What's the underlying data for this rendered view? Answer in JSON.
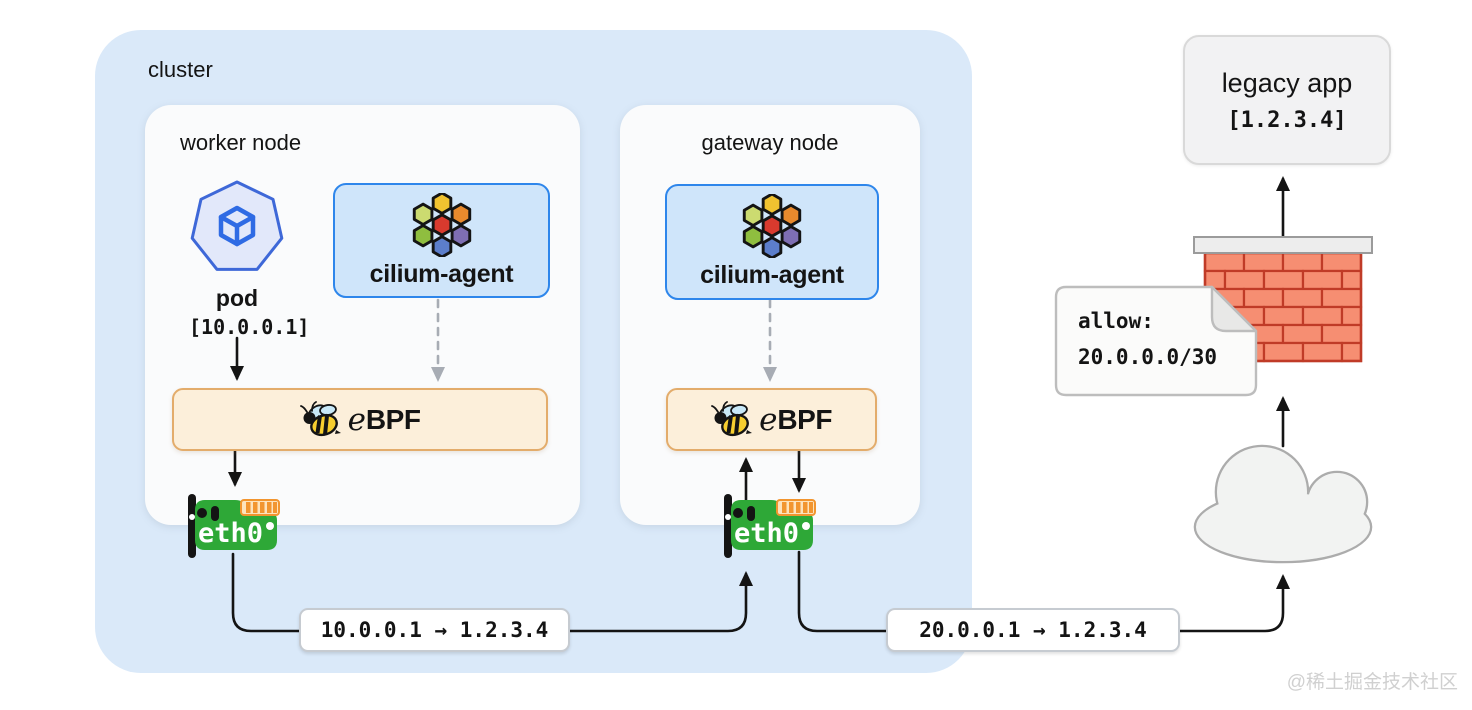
{
  "cluster": {
    "label": "cluster"
  },
  "worker": {
    "label": "worker node",
    "pod": {
      "label": "pod",
      "ip": "[10.0.0.1]"
    }
  },
  "gateway": {
    "label": "gateway node"
  },
  "components": {
    "cilium_agent": "cilium-agent",
    "ebpf_e": "e",
    "ebpf_bpf": "BPF",
    "eth0": "eth0"
  },
  "flows": {
    "pod_to_gateway": "10.0.0.1 → 1.2.3.4",
    "gateway_to_app": "20.0.0.1 → 1.2.3.4"
  },
  "legacy_app": {
    "title": "legacy app",
    "ip": "[1.2.3.4]"
  },
  "firewall_note": {
    "line1": "allow:",
    "line2": "20.0.0.0/30"
  },
  "watermark": "@稀土掘金技术社区",
  "colors": {
    "cluster_bg": "#DAE9F9",
    "node_bg": "#FAFBFC",
    "cilium_fill": "#CFE5FA",
    "cilium_border": "#2E86EB",
    "ebpf_fill": "#FCEFDA",
    "ebpf_border": "#E3AC6B",
    "eth0_green": "#2EA837",
    "comb_orange": "#F2952F",
    "brick_fill": "#F68E72",
    "brick_mortar": "#C03B27",
    "arrow": "#141414",
    "dashed_arrow": "#A7ACB4",
    "pod_fill": "#E2E8FA",
    "pod_border": "#3E68D8"
  }
}
